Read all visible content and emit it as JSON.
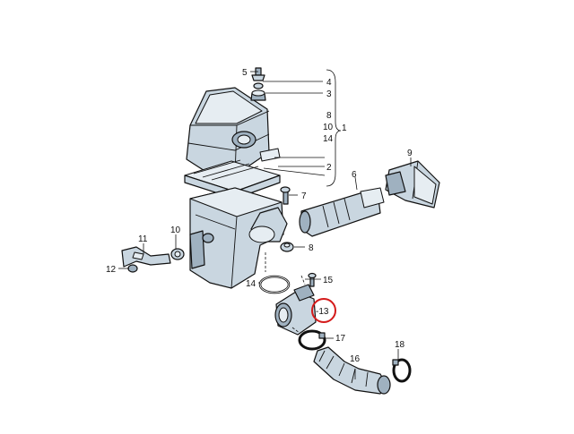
{
  "diagram": {
    "highlight_color": "#d41a1a",
    "part_fill": "#c9d6e0",
    "labels": {
      "p1": "1",
      "p2": "2",
      "p3": "3",
      "p4": "4",
      "p5": "5",
      "p6": "6",
      "p7": "7",
      "p8": "8",
      "p9": "9",
      "p10": "10",
      "p11": "11",
      "p12": "12",
      "p13": "-13",
      "p14": "14",
      "p15": "15",
      "p16": "16",
      "p17": "17",
      "p18": "18",
      "bracket_8": "8",
      "bracket_10": "10",
      "bracket_14": "14"
    },
    "highlighted_label": "13"
  }
}
